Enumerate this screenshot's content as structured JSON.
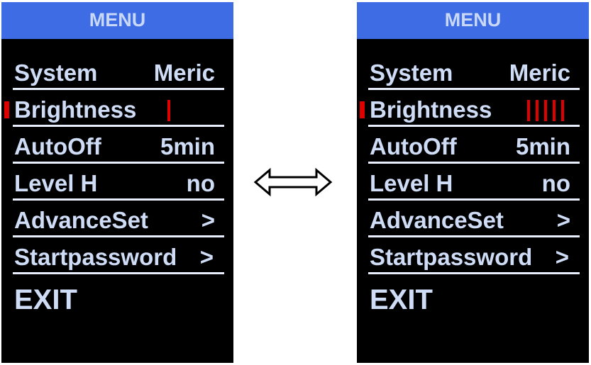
{
  "left_screen": {
    "header": "MENU",
    "items": [
      {
        "label": "System",
        "value": "Meric"
      },
      {
        "label": "Brightness",
        "value": ""
      },
      {
        "label": "AutoOff",
        "value": "5min"
      },
      {
        "label": "Level H",
        "value": "no"
      },
      {
        "label": "AdvanceSet",
        "value": ">"
      },
      {
        "label": "Startpassword",
        "value": ">"
      }
    ],
    "brightness_level": 1,
    "exit": "EXIT"
  },
  "right_screen": {
    "header": "MENU",
    "items": [
      {
        "label": "System",
        "value": "Meric"
      },
      {
        "label": "Brightness",
        "value": ""
      },
      {
        "label": "AutoOff",
        "value": "5min"
      },
      {
        "label": "Level H",
        "value": "no"
      },
      {
        "label": "AdvanceSet",
        "value": ">"
      },
      {
        "label": "Startpassword",
        "value": ">"
      }
    ],
    "brightness_level": 5,
    "exit": "EXIT"
  },
  "selected_item": "Brightness",
  "transition_icon": "double-arrow-icon",
  "colors": {
    "header_bg": "#3d6ce4",
    "header_text": "#c9d8f7",
    "screen_bg": "#000000",
    "text": "#cfdcf6",
    "accent_red": "#e00000"
  }
}
